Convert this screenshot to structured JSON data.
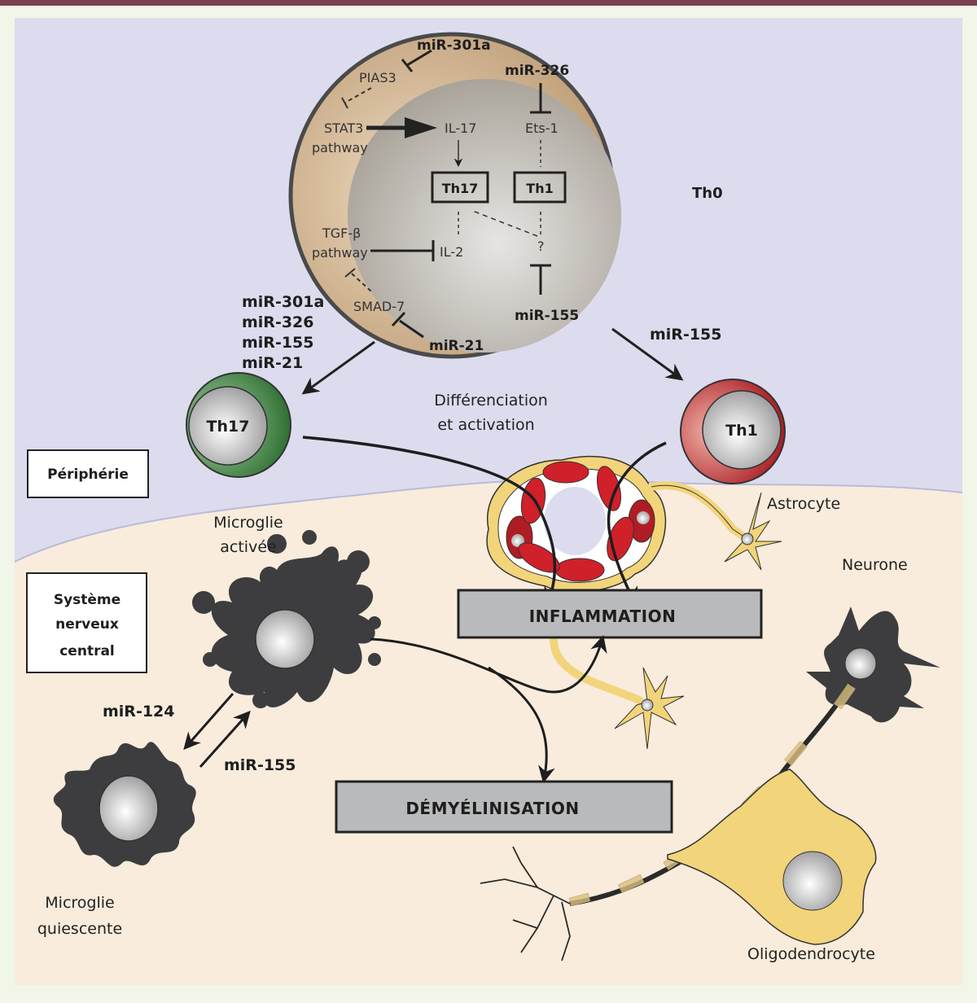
{
  "colors": {
    "frame_border": "#7a3f4e",
    "page_bg": "#f0f6e8",
    "periphery_bg": "#dcdcee",
    "cns_bg": "#f9ecdc",
    "th0_outer": "#c8ab85",
    "th0_inner": "#c9c7c4",
    "th17_cell": "#4a8a4a",
    "th1_cell": "#c0272d",
    "microglia": "#3d3d3f",
    "astrocyte": "#f2d47a",
    "vessel_red": "#d0202a",
    "box_grey": "#b9babc"
  },
  "th0": {
    "label": "Th0",
    "mir_301a": "miR-301a",
    "pias3": "PIAS3",
    "stat3_line1": "STAT3",
    "stat3_line2": "pathway",
    "il17": "IL-17",
    "mir_326": "miR-326",
    "ets1": "Ets-1",
    "th17_box": "Th17",
    "th1_box": "Th1",
    "tgfb_line1": "TGF-β",
    "tgfb_line2": "pathway",
    "il2": "IL-2",
    "question": "?",
    "smad7": "SMAD-7",
    "mir_21": "miR-21",
    "mir_155": "miR-155"
  },
  "th17_mirs": [
    "miR-301a",
    "miR-326",
    "miR-155",
    "miR-21"
  ],
  "th1_mir": "miR-155",
  "th17_cell_label": "Th17",
  "th1_cell_label": "Th1",
  "diff_line1": "Différenciation",
  "diff_line2": "et activation",
  "regions": {
    "periphery": "Périphérie",
    "cns_line1": "Système",
    "cns_line2": "nerveux",
    "cns_line3": "central"
  },
  "astrocyte_label": "Astrocyte",
  "microglia_active_line1": "Microglie",
  "microglia_active_line2": "activée",
  "microglia_quiescent_line1": "Microglie",
  "microglia_quiescent_line2": "quiescente",
  "mir_124": "miR-124",
  "mir_155_microglia": "miR-155",
  "inflammation": "INFLAMMATION",
  "demyelination": "DÉMYÉLINISATION",
  "neurone_label": "Neurone",
  "oligodendrocyte_label": "Oligodendrocyte"
}
